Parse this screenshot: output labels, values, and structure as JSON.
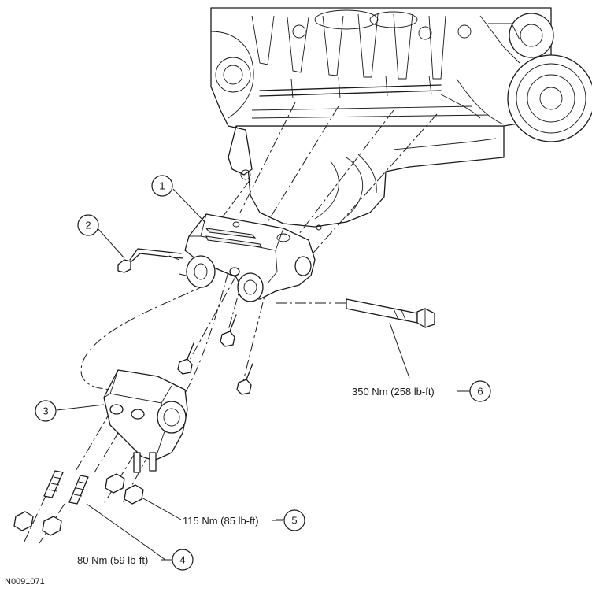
{
  "callouts": [
    {
      "id": "1",
      "label": "1"
    },
    {
      "id": "2",
      "label": "2"
    },
    {
      "id": "3",
      "label": "3"
    },
    {
      "id": "4",
      "label": "4"
    },
    {
      "id": "5",
      "label": "5"
    },
    {
      "id": "6",
      "label": "6"
    }
  ],
  "torques": {
    "t4": "80 Nm (59 lb-ft)",
    "t5": "115 Nm (85 lb-ft)",
    "t6": "350 Nm (258 lb-ft)"
  },
  "figure_id": "N0091071"
}
